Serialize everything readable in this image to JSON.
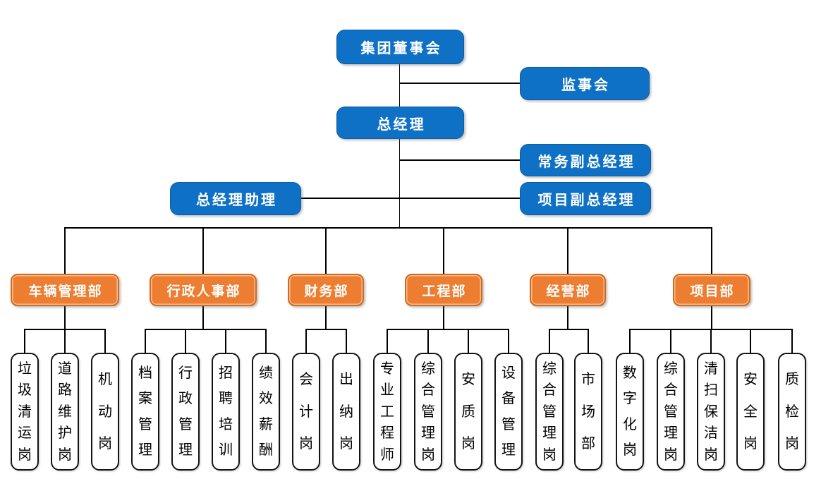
{
  "palette": {
    "node_blue": "#0E71C5",
    "node_blue_border": "#0A5CA3",
    "dept_orange": "#ED7D31",
    "dept_orange_border": "#D4691A",
    "job_box_border": "#141414",
    "connector_line": "#000000",
    "text_on_color": "#FFFFFF",
    "text_dark": "#000000",
    "background": "#FFFFFF"
  },
  "nodes": {
    "board": "集团董事会",
    "supervisory": "监事会",
    "gm": "总经理",
    "exec_deputy_gm": "常务副总经理",
    "gm_assistant": "总经理助理",
    "project_deputy_gm": "项目副总经理"
  },
  "departments": [
    {
      "label": "车辆管理部",
      "positions": [
        "垃圾清运岗",
        "道路维护岗",
        "机动岗"
      ]
    },
    {
      "label": "行政人事部",
      "positions": [
        "档案管理",
        "行政管理",
        "招聘培训",
        "绩效薪酬"
      ]
    },
    {
      "label": "财务部",
      "positions": [
        "会计岗",
        "出纳岗"
      ]
    },
    {
      "label": "工程部",
      "positions": [
        "专业工程师",
        "综合管理岗",
        "安质岗",
        "设备管理"
      ]
    },
    {
      "label": "经营部",
      "positions": [
        "综合管理岗",
        "市场部"
      ]
    },
    {
      "label": "项目部",
      "positions": [
        "数字化岗",
        "综合管理岗",
        "清扫保洁岗",
        "安全岗",
        "质检岗"
      ]
    }
  ]
}
